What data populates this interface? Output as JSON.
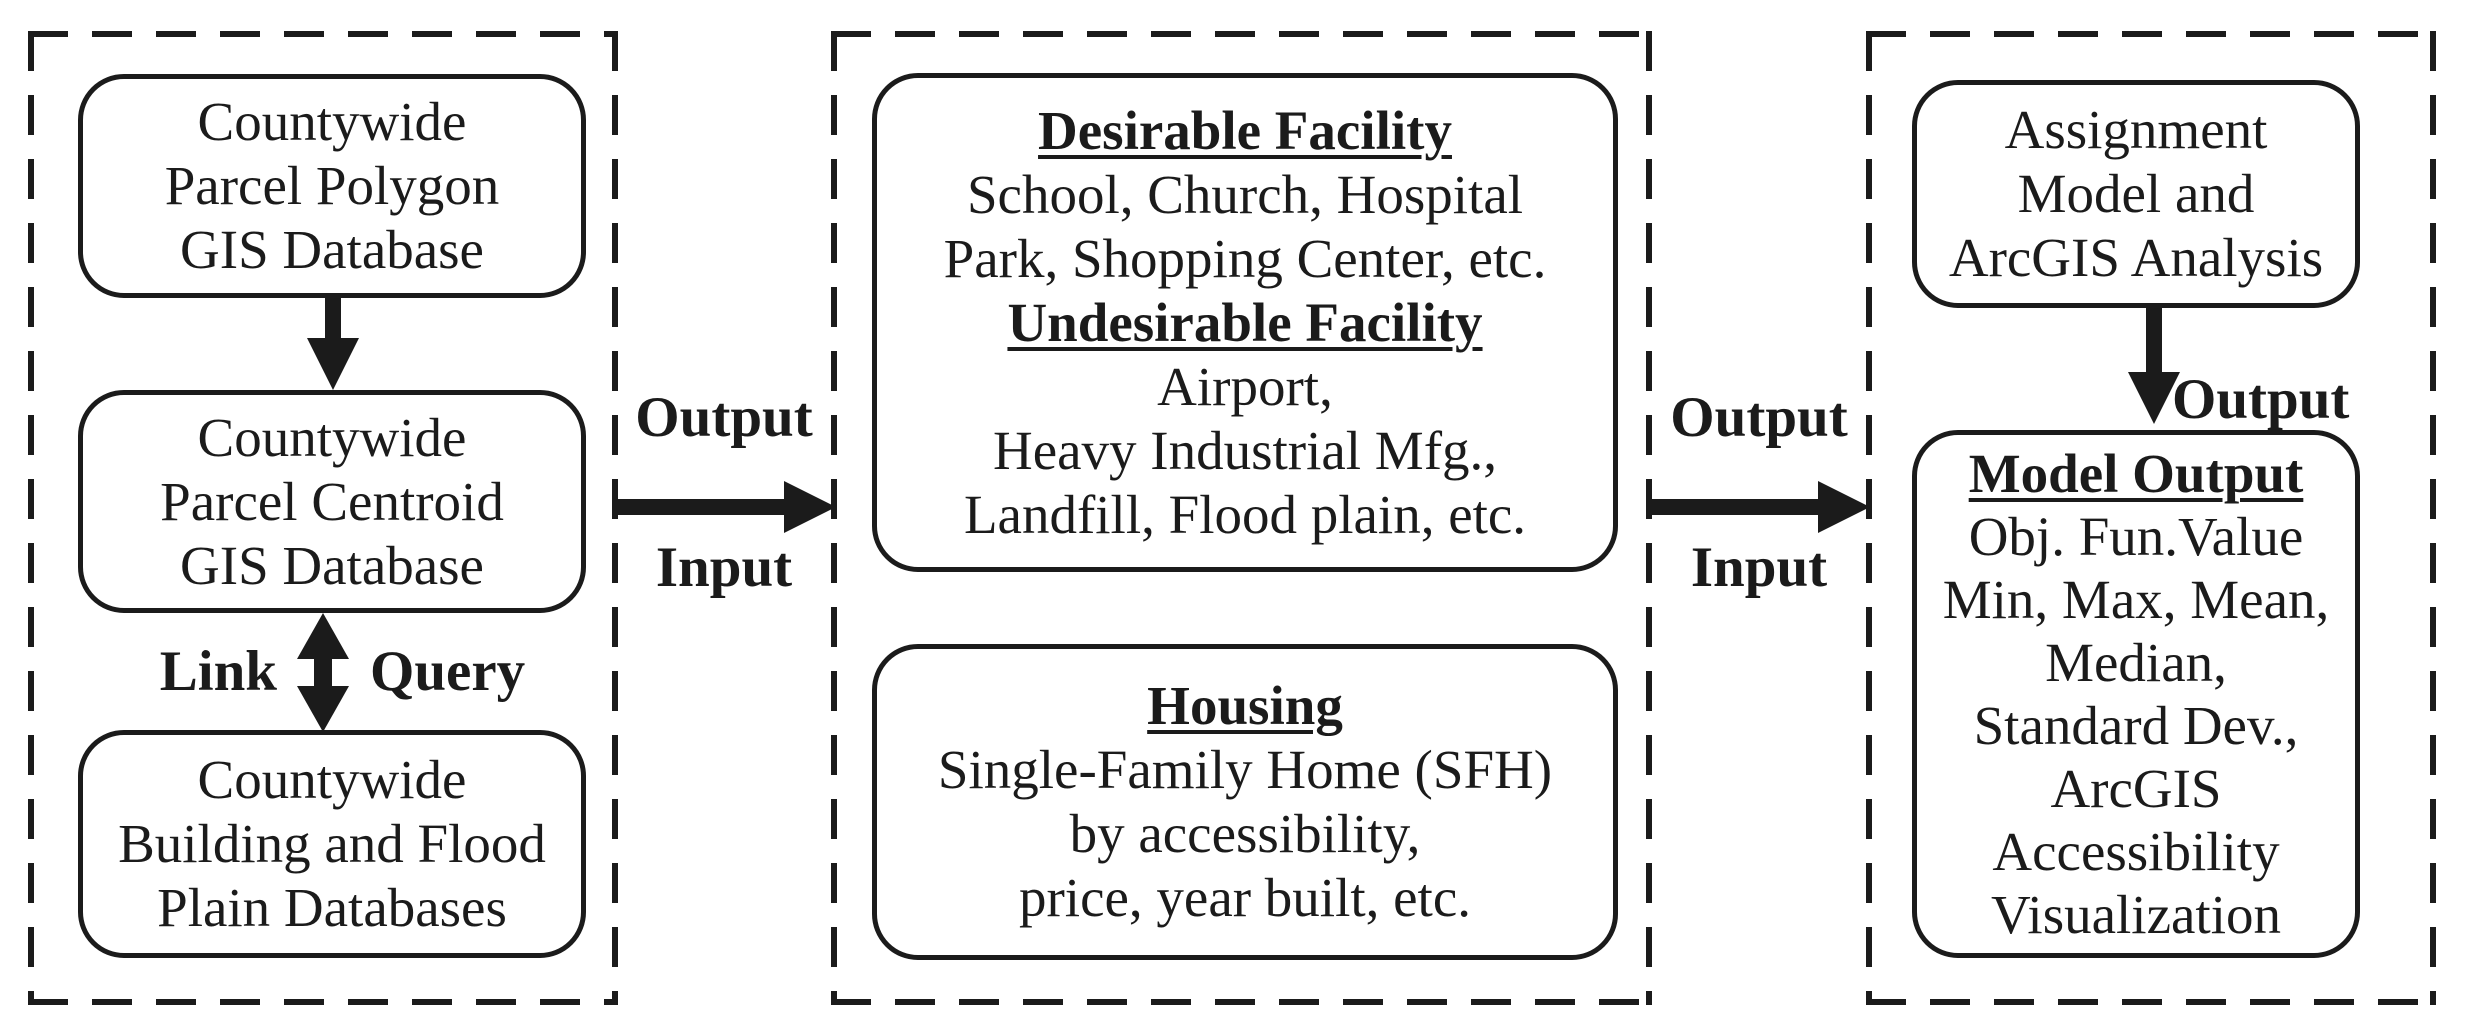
{
  "colors": {
    "ink": "#1b1b1b",
    "background": "#ffffff"
  },
  "left_panel": {
    "box1": {
      "lines": [
        "Countywide",
        "Parcel Polygon",
        "GIS Database"
      ]
    },
    "box2": {
      "lines": [
        "Countywide",
        "Parcel Centroid",
        "GIS Database"
      ]
    },
    "link_label": "Link",
    "query_label": "Query",
    "box3": {
      "lines": [
        "Countywide",
        "Building and Flood",
        "Plain Databases"
      ]
    }
  },
  "connector1": {
    "output_label": "Output",
    "input_label": "Input"
  },
  "middle_panel": {
    "facilities_box": {
      "desirable_heading": "Desirable Facility",
      "desirable_lines": [
        "School, Church, Hospital",
        "Park, Shopping Center, etc."
      ],
      "undesirable_heading": "Undesirable Facility",
      "undesirable_lines": [
        "Airport,",
        "Heavy Industrial Mfg.,",
        "Landfill, Flood plain, etc."
      ]
    },
    "housing_box": {
      "heading": "Housing",
      "lines": [
        "Single-Family Home (SFH)",
        "by accessibility,",
        "price, year built, etc."
      ]
    }
  },
  "connector2": {
    "output_label": "Output",
    "input_label": "Input"
  },
  "right_panel": {
    "box1": {
      "lines": [
        "Assignment",
        "Model and",
        "ArcGIS Analysis"
      ]
    },
    "output_label": "Output",
    "box2": {
      "heading": "Model Output",
      "lines": [
        "Obj. Fun.Value",
        "Min, Max, Mean,",
        "Median,",
        "Standard Dev.,",
        "ArcGIS",
        "Accessibility",
        "Visualization"
      ]
    }
  }
}
